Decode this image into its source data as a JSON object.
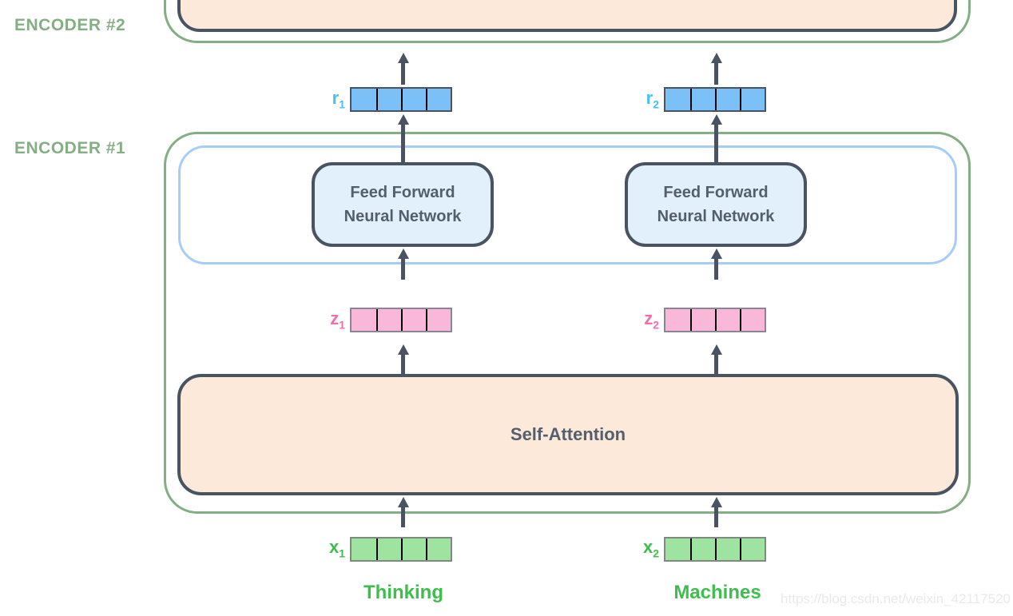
{
  "encoder2": {
    "label": "ENCODER #2"
  },
  "encoder1": {
    "label": "ENCODER #1"
  },
  "ffnn_left": {
    "line1": "Feed Forward",
    "line2": "Neural Network"
  },
  "ffnn_right": {
    "line1": "Feed Forward",
    "line2": "Neural Network"
  },
  "self_attention": {
    "label": "Self-Attention"
  },
  "vectors": {
    "r1": {
      "base": "r",
      "sub": "1",
      "cells": 4
    },
    "r2": {
      "base": "r",
      "sub": "2",
      "cells": 4
    },
    "z1": {
      "base": "z",
      "sub": "1",
      "cells": 4
    },
    "z2": {
      "base": "z",
      "sub": "2",
      "cells": 4
    },
    "x1": {
      "base": "x",
      "sub": "1",
      "cells": 4
    },
    "x2": {
      "base": "x",
      "sub": "2",
      "cells": 4
    }
  },
  "words": {
    "left": "Thinking",
    "right": "Machines"
  },
  "watermark": "https://blog.csdn.net/weixin_42117520",
  "colors": {
    "encoder_green": "#84AE84",
    "dark_slate": "#4A5361",
    "peach_fill": "#FCE9DA",
    "ffnn_fill": "#E2F0FC",
    "blue_box_border": "#A6CDF8",
    "r_fill": "#7CC0F8",
    "r_label": "#45C1F7",
    "z_fill": "#F9B8DA",
    "z_label": "#F06EB0",
    "x_fill": "#9FE3A0",
    "word_green": "#3EBE4C",
    "dark_text": "#555E6C",
    "watermark_gray": "#EAEAEA"
  }
}
